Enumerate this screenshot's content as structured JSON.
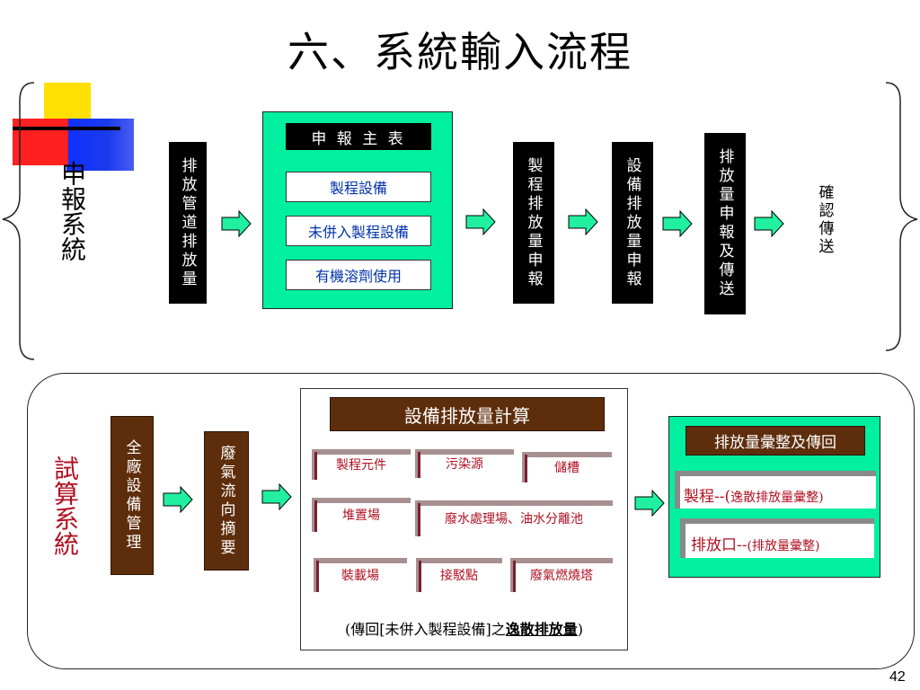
{
  "title": "六、系統輸入流程",
  "page_number": "42",
  "colors": {
    "green": "#00f0a0",
    "arrow_fill": "#20f0a0",
    "brown": "#5e2e0c",
    "red_text": "#b01020",
    "blue_text": "#0033aa"
  },
  "top_section": {
    "label": "申報系統",
    "step1": "排放管道排放量",
    "main_table": {
      "header": "申 報 主 表",
      "items": [
        "製程設備",
        "未併入製程設備",
        "有機溶劑使用"
      ]
    },
    "step3": "製程排放量申報",
    "step4": "設備排放量申報",
    "step5": "排放量申報及傳送",
    "step6": "確認傳送"
  },
  "bottom_section": {
    "label": "試算系統",
    "step1": "全廠設備管理",
    "step2": "廢氣流向摘要",
    "calc": {
      "header": "設備排放量計算",
      "items": [
        "製程元件",
        "污染源",
        "儲槽",
        "堆置場",
        "廢水處理場、油水分離池",
        "裝載場",
        "接駁點",
        "廢氣燃燒塔"
      ],
      "note_prefix": "(傳回[未併入製程設備]之",
      "note_emph": "逸散排放量",
      "note_suffix": ")"
    },
    "summary": {
      "header": "排放量彙整及傳回",
      "row1_main": "製程--(",
      "row1_sub": "逸散排放量彙整)",
      "row2_main": "排放口--",
      "row2_sub": "(排放量彙整)"
    }
  }
}
